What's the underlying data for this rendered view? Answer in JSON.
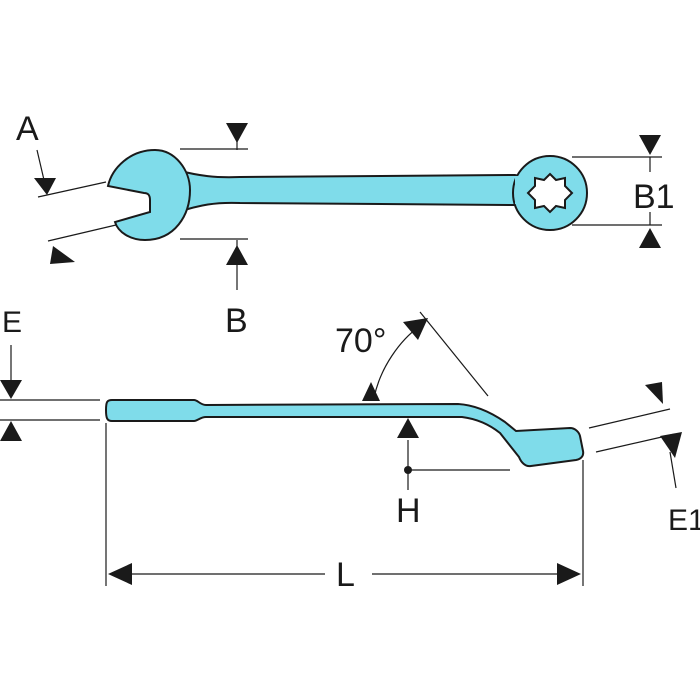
{
  "colors": {
    "tool_fill": "#7fdcea",
    "line": "#1a1a1a",
    "background": "#ffffff"
  },
  "labels": {
    "A": "A",
    "B": "B",
    "B1": "B1",
    "E": "E",
    "E1": "E1",
    "H": "H",
    "L": "L",
    "angle": "70°"
  }
}
